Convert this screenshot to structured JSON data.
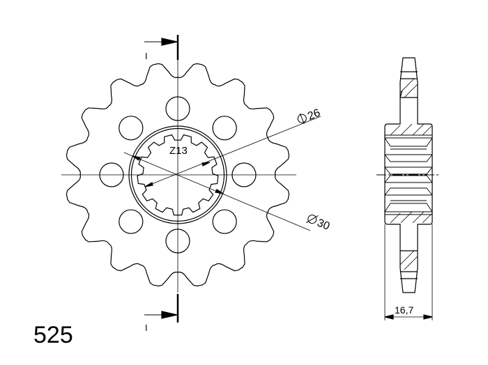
{
  "drawing": {
    "chain_pitch": "525",
    "section_marker_top": "I",
    "section_marker_bottom": "I",
    "spline_label": "Z13",
    "dim_inner_diameter": "26",
    "dim_outer_diameter": "30",
    "dim_width": "16,7",
    "sprocket_teeth": 16,
    "mounting_holes": 8
  },
  "colors": {
    "line": "#000000",
    "background": "#ffffff"
  }
}
